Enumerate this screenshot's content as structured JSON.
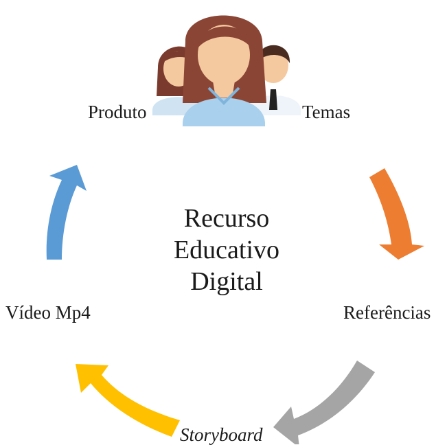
{
  "diagram": {
    "center_title_lines": [
      "Recurso",
      "Educativo",
      "Digital"
    ],
    "nodes": {
      "produto": "Produto",
      "temas": "Temas",
      "referencias": "Referências",
      "storyboard": "Storyboard",
      "video": "Vídeo Mp4"
    },
    "icon": "people-group-icon",
    "arrow_colors": {
      "orange": "#ED7D31",
      "gray": "#A5A5A5",
      "yellow": "#FFC000",
      "blue": "#5B9BD5"
    }
  }
}
